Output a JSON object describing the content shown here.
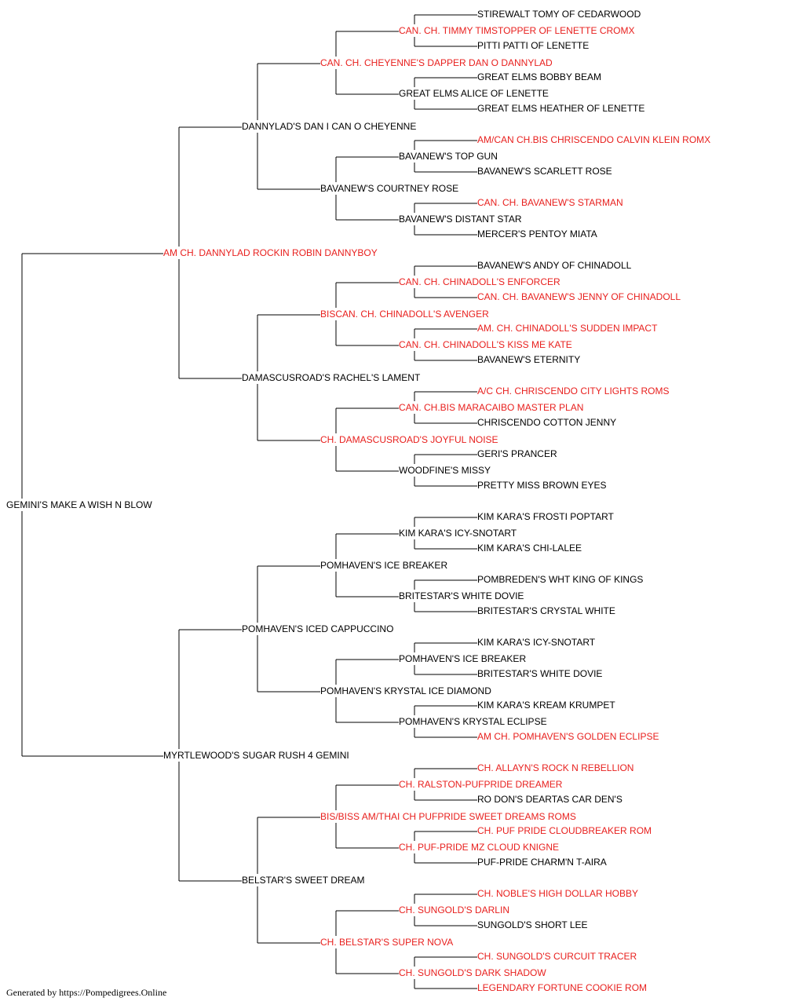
{
  "colors": {
    "champion": "#e8201e",
    "normal": "#000000",
    "line": "#000000"
  },
  "root": {
    "name": "GEMINI'S MAKE A WISH N BLOW",
    "champion": false,
    "sire": {
      "name": "AM CH. DANNYLAD ROCKIN ROBIN DANNYBOY",
      "champion": true,
      "sire": {
        "name": "DANNYLAD'S DAN I CAN O CHEYENNE",
        "champion": false,
        "sire": {
          "name": "CAN. CH. CHEYENNE'S DAPPER DAN O DANNYLAD",
          "champion": true,
          "sire": {
            "name": "CAN. CH. TIMMY TIMSTOPPER OF LENETTE CROMX",
            "champion": true,
            "sire": {
              "name": "STIREWALT TOMY OF CEDARWOOD",
              "champion": false
            },
            "dam": {
              "name": "PITTI PATTI OF LENETTE",
              "champion": false
            }
          },
          "dam": {
            "name": "GREAT ELMS ALICE OF LENETTE",
            "champion": false,
            "sire": {
              "name": "GREAT ELMS BOBBY BEAM",
              "champion": false
            },
            "dam": {
              "name": "GREAT ELMS HEATHER OF LENETTE",
              "champion": false
            }
          }
        },
        "dam": {
          "name": "BAVANEW'S COURTNEY ROSE",
          "champion": false,
          "sire": {
            "name": "BAVANEW'S TOP GUN",
            "champion": false,
            "sire": {
              "name": "AM/CAN CH.BIS CHRISCENDO CALVIN KLEIN ROMX",
              "champion": true
            },
            "dam": {
              "name": "BAVANEW'S SCARLETT ROSE",
              "champion": false
            }
          },
          "dam": {
            "name": "BAVANEW'S DISTANT STAR",
            "champion": false,
            "sire": {
              "name": "CAN. CH. BAVANEW'S STARMAN",
              "champion": true
            },
            "dam": {
              "name": "MERCER'S PENTOY MIATA",
              "champion": false
            }
          }
        }
      },
      "dam": {
        "name": "DAMASCUSROAD'S RACHEL'S LAMENT",
        "champion": false,
        "sire": {
          "name": "BISCAN. CH. CHINADOLL'S AVENGER",
          "champion": true,
          "sire": {
            "name": "CAN. CH. CHINADOLL'S ENFORCER",
            "champion": true,
            "sire": {
              "name": "BAVANEW'S ANDY OF CHINADOLL",
              "champion": false
            },
            "dam": {
              "name": "CAN. CH. BAVANEW'S JENNY OF CHINADOLL",
              "champion": true
            }
          },
          "dam": {
            "name": "CAN. CH. CHINADOLL'S KISS ME KATE",
            "champion": true,
            "sire": {
              "name": "AM. CH. CHINADOLL'S SUDDEN IMPACT",
              "champion": true
            },
            "dam": {
              "name": "BAVANEW'S ETERNITY",
              "champion": false
            }
          }
        },
        "dam": {
          "name": "CH. DAMASCUSROAD'S JOYFUL NOISE",
          "champion": true,
          "sire": {
            "name": "CAN. CH.BIS MARACAIBO MASTER PLAN",
            "champion": true,
            "sire": {
              "name": "A/C CH. CHRISCENDO CITY LIGHTS ROMS",
              "champion": true
            },
            "dam": {
              "name": "CHRISCENDO COTTON JENNY",
              "champion": false
            }
          },
          "dam": {
            "name": "WOODFINE'S MISSY",
            "champion": false,
            "sire": {
              "name": "GERI'S PRANCER",
              "champion": false
            },
            "dam": {
              "name": "PRETTY MISS BROWN EYES",
              "champion": false
            }
          }
        }
      }
    },
    "dam": {
      "name": "MYRTLEWOOD'S SUGAR RUSH 4 GEMINI",
      "champion": false,
      "sire": {
        "name": "POMHAVEN'S ICED CAPPUCCINO",
        "champion": false,
        "sire": {
          "name": "POMHAVEN'S ICE BREAKER",
          "champion": false,
          "sire": {
            "name": "KIM KARA'S ICY-SNOTART",
            "champion": false,
            "sire": {
              "name": "KIM KARA'S FROSTI POPTART",
              "champion": false
            },
            "dam": {
              "name": "KIM KARA'S CHI-LALEE",
              "champion": false
            }
          },
          "dam": {
            "name": "BRITESTAR'S WHITE DOVIE",
            "champion": false,
            "sire": {
              "name": "POMBREDEN'S WHT KING OF KINGS",
              "champion": false
            },
            "dam": {
              "name": "BRITESTAR'S CRYSTAL WHITE",
              "champion": false
            }
          }
        },
        "dam": {
          "name": "POMHAVEN'S KRYSTAL ICE DIAMOND",
          "champion": false,
          "sire": {
            "name": "POMHAVEN'S ICE BREAKER",
            "champion": false,
            "sire": {
              "name": "KIM KARA'S ICY-SNOTART",
              "champion": false
            },
            "dam": {
              "name": "BRITESTAR'S WHITE DOVIE",
              "champion": false
            }
          },
          "dam": {
            "name": "POMHAVEN'S KRYSTAL ECLIPSE",
            "champion": false,
            "sire": {
              "name": "KIM KARA'S KREAM KRUMPET",
              "champion": false
            },
            "dam": {
              "name": "AM CH. POMHAVEN'S GOLDEN ECLIPSE",
              "champion": true
            }
          }
        }
      },
      "dam": {
        "name": "BELSTAR'S SWEET DREAM",
        "champion": false,
        "sire": {
          "name": "BIS/BISS AM/THAI CH PUFPRIDE SWEET DREAMS ROMS",
          "champion": true,
          "sire": {
            "name": "CH. RALSTON-PUFPRIDE DREAMER",
            "champion": true,
            "sire": {
              "name": "CH. ALLAYN'S ROCK N REBELLION",
              "champion": true
            },
            "dam": {
              "name": "RO DON'S DEARTAS CAR DEN'S",
              "champion": false
            }
          },
          "dam": {
            "name": "CH. PUF-PRIDE MZ CLOUD KNIGNE",
            "champion": true,
            "sire": {
              "name": "CH. PUF PRIDE CLOUDBREAKER ROM",
              "champion": true
            },
            "dam": {
              "name": "PUF-PRIDE CHARM'N T-AIRA",
              "champion": false
            }
          }
        },
        "dam": {
          "name": "CH. BELSTAR'S SUPER NOVA",
          "champion": true,
          "sire": {
            "name": "CH. SUNGOLD'S DARLIN",
            "champion": true,
            "sire": {
              "name": "CH. NOBLE'S HIGH DOLLAR HOBBY",
              "champion": true
            },
            "dam": {
              "name": "SUNGOLD'S SHORT LEE",
              "champion": false
            }
          },
          "dam": {
            "name": "CH. SUNGOLD'S DARK SHADOW",
            "champion": true,
            "sire": {
              "name": "CH. SUNGOLD'S CURCUIT TRACER",
              "champion": true
            },
            "dam": {
              "name": "LEGENDARY FORTUNE COOKIE ROM",
              "champion": true
            }
          }
        }
      }
    }
  },
  "footer": "Generated by https://Pompedigrees.Online"
}
